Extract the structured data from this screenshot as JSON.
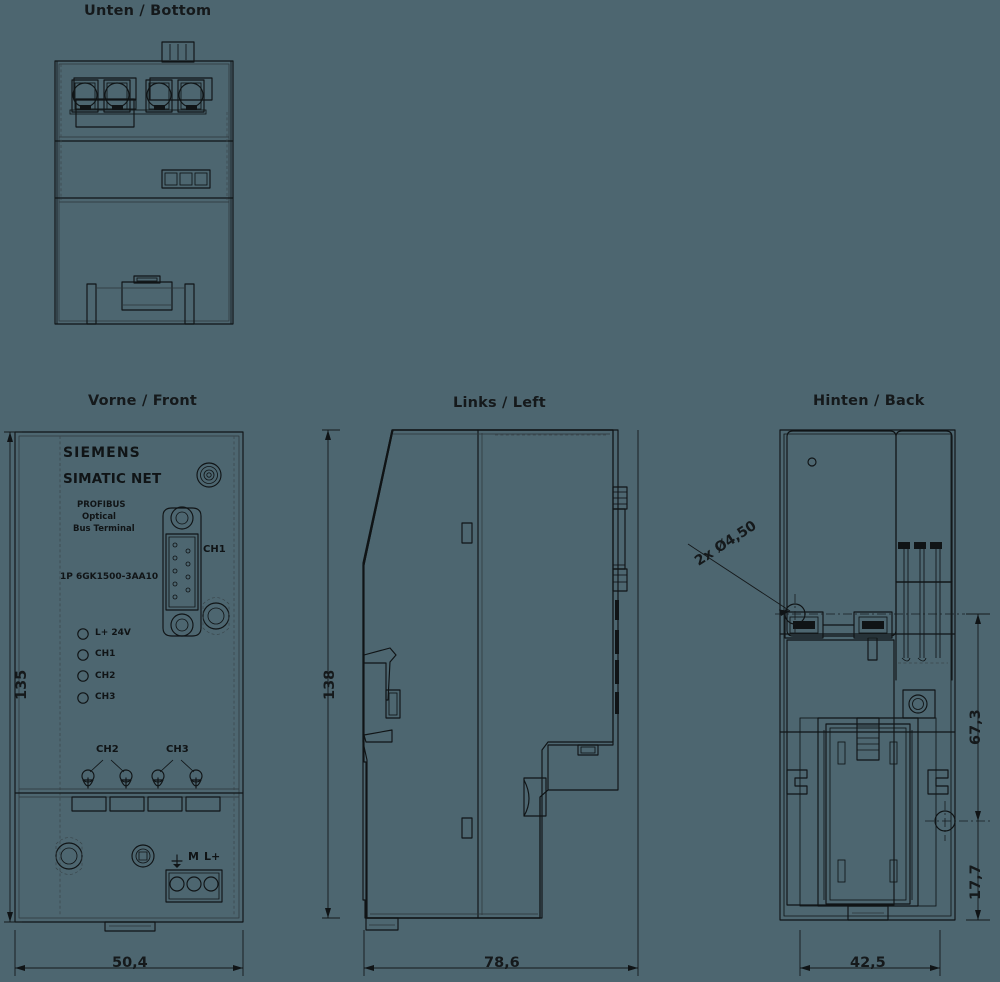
{
  "drawing": {
    "product": "SIMATIC NET PROFIBUS Optical Bus Terminal",
    "background_color": "#4d6670",
    "line_color": "#101416"
  },
  "views": [
    {
      "id": "bottom",
      "title": "Unten / Bottom"
    },
    {
      "id": "front",
      "title": "Vorne / Front"
    },
    {
      "id": "left",
      "title": "Links / Left"
    },
    {
      "id": "back",
      "title": "Hinten / Back"
    }
  ],
  "front_labels": {
    "brand": "SIEMENS",
    "product_line": "SIMATIC NET",
    "desc_line1": "PROFIBUS",
    "desc_line2": "Optical",
    "desc_line3": "Bus Terminal",
    "part_number": "1P 6GK1500-3AA10",
    "connector_label": "CH1",
    "leds": [
      {
        "label": "L+ 24V"
      },
      {
        "label": "CH1"
      },
      {
        "label": "CH2"
      },
      {
        "label": "CH3"
      }
    ],
    "optical_ports": [
      {
        "label": "CH2"
      },
      {
        "label": "CH3"
      }
    ],
    "terminal_labels": [
      "M",
      "L+"
    ]
  },
  "dimensions": {
    "front_height": "135",
    "front_width": "50,4",
    "left_height": "138",
    "left_width": "78,6",
    "back_width": "42,5",
    "back_hole_spacing": "67,3",
    "back_hole_offset": "17,7",
    "hole_callout": "2x  Ø4,50"
  }
}
